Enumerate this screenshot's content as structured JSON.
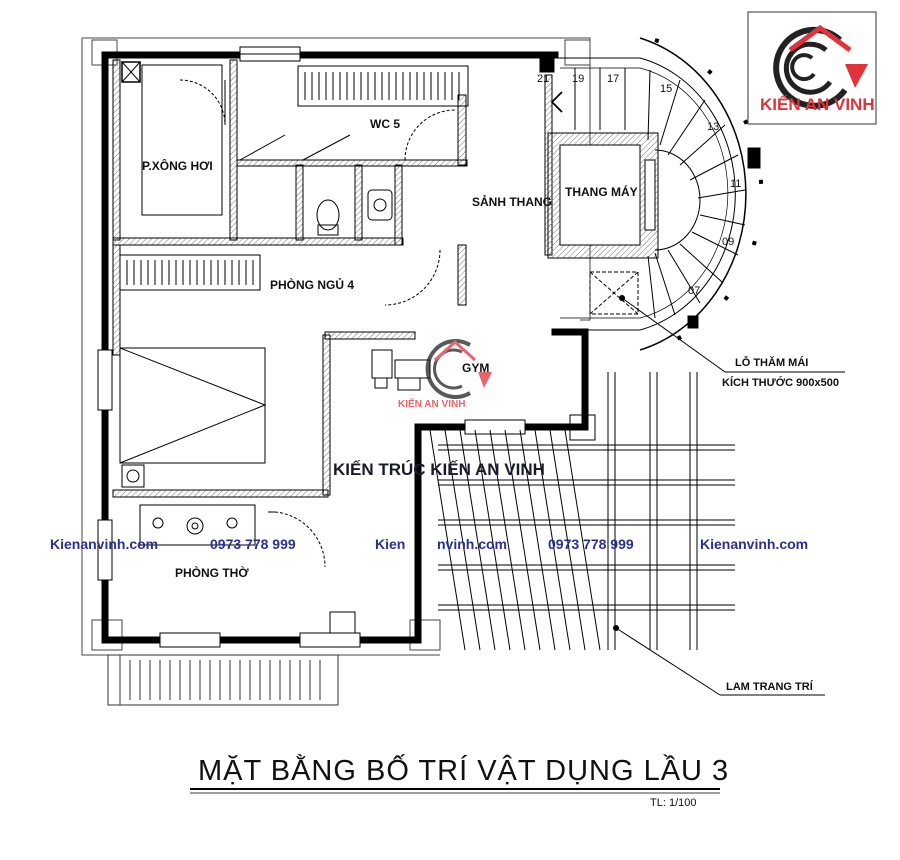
{
  "title": "MẶT BẰNG BỐ TRÍ VẬT DỤNG LẦU 3",
  "scale": "TL: 1/100",
  "logo": {
    "text": "KIẾN AN VINH",
    "icon": "kien-an-vinh-logo-icon"
  },
  "center_logo": {
    "text": "KIẾN AN VINH",
    "icon": "kien-an-vinh-logo-icon"
  },
  "center_mark": "KIẾN TRÚC KIẾN AN VINH",
  "rooms": {
    "xong_hoi": "P.XÔNG HƠI",
    "wc": "WC 5",
    "sanh_thang": "SẢNH THANG",
    "thang_may": "THANG MÁY",
    "phong_ngu": "PHÒNG NGỦ 4",
    "gym": "GYM",
    "phong_tho": "PHÒNG THỜ"
  },
  "stairs": [
    "21",
    "19",
    "17",
    "15",
    "13",
    "11",
    "09",
    "07"
  ],
  "annotations": {
    "lo_tham_1": "LỖ THĂM MÁI",
    "lo_tham_2": "KÍCH THƯỚC 900x500",
    "lam": "LAM TRANG TRÍ"
  },
  "watermarks": [
    "Kienanvinh.com",
    "0973 778 999",
    "Kien",
    "nvinh.com",
    "0973 778 999",
    "Kienanvinh.com"
  ],
  "colors": {
    "wall": "#000000",
    "watermark": "#2b2f8f",
    "brand_red": "#e2323a"
  }
}
